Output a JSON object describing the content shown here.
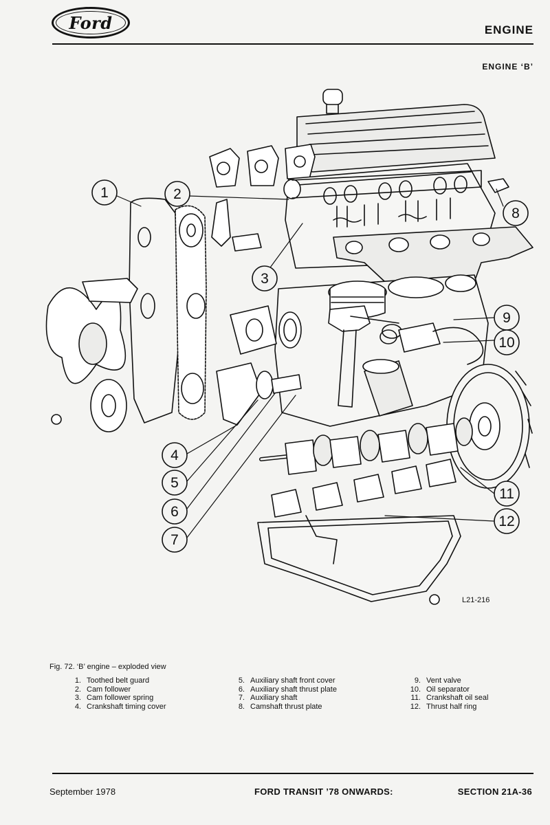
{
  "header": {
    "logo_text": "Ford",
    "section_title": "ENGINE",
    "sub_title": "ENGINE ‘B’"
  },
  "figure": {
    "drawing_code": "L21-216",
    "callouts": [
      "1",
      "2",
      "3",
      "4",
      "5",
      "6",
      "7",
      "8",
      "9",
      "10",
      "11",
      "12"
    ],
    "caption": "Fig. 72.  ‘B’ engine – exploded view"
  },
  "legend": [
    {
      "num": "1.",
      "label": "Toothed belt guard"
    },
    {
      "num": "2.",
      "label": "Cam follower"
    },
    {
      "num": "3.",
      "label": "Cam follower spring"
    },
    {
      "num": "4.",
      "label": "Crankshaft timing cover"
    },
    {
      "num": "5.",
      "label": "Auxiliary shaft front cover"
    },
    {
      "num": "6.",
      "label": "Auxiliary shaft thrust plate"
    },
    {
      "num": "7.",
      "label": "Auxiliary shaft"
    },
    {
      "num": "8.",
      "label": "Camshaft thrust plate"
    },
    {
      "num": "9.",
      "label": "Vent valve"
    },
    {
      "num": "10.",
      "label": "Oil separator"
    },
    {
      "num": "11.",
      "label": "Crankshaft oil seal"
    },
    {
      "num": "12.",
      "label": "Thrust half ring"
    }
  ],
  "footer": {
    "date": "September 1978",
    "title": "FORD TRANSIT ’78 ONWARDS:",
    "section": "SECTION 21A-36"
  }
}
